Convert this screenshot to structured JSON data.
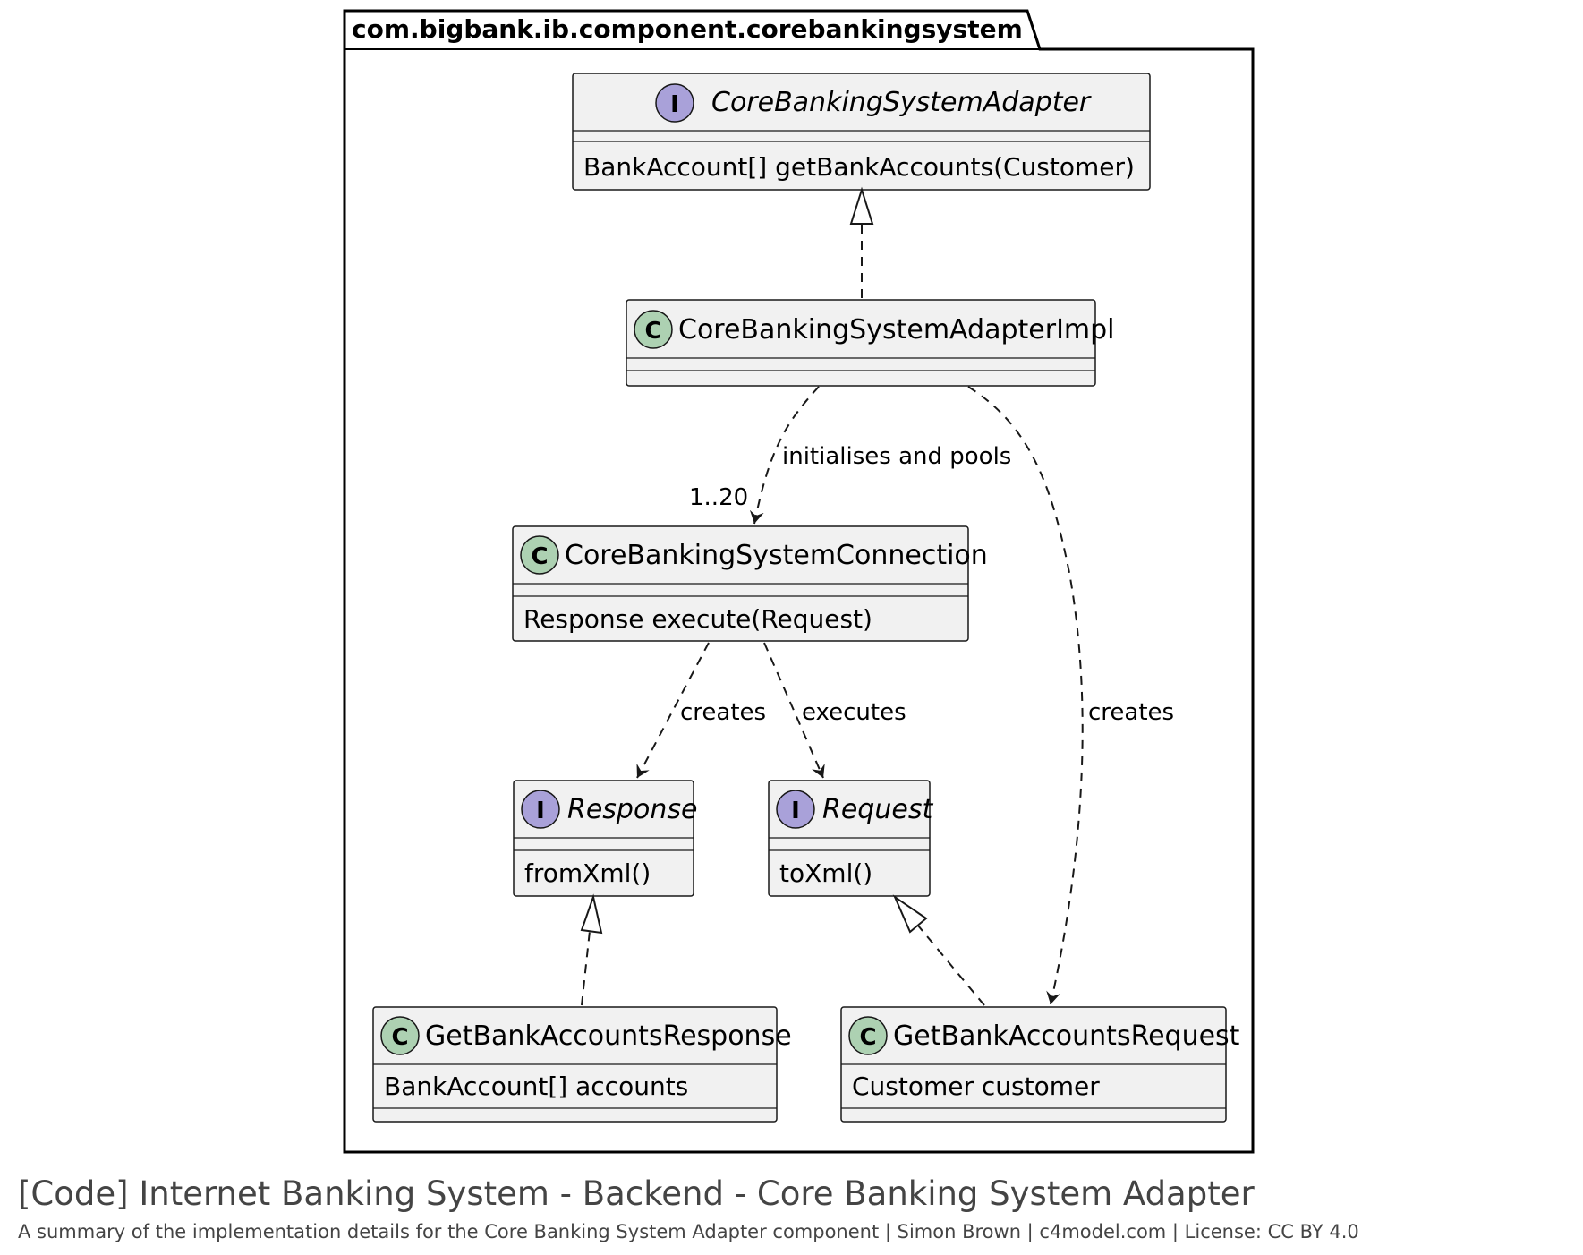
{
  "package": {
    "name": "com.bigbank.ib.component.corebankingsystem"
  },
  "classes": {
    "adapter": {
      "kind": "I",
      "name": "CoreBankingSystemAdapter",
      "members": [
        "BankAccount[] getBankAccounts(Customer)"
      ]
    },
    "adapter_impl": {
      "kind": "C",
      "name": "CoreBankingSystemAdapterImpl",
      "members": []
    },
    "connection": {
      "kind": "C",
      "name": "CoreBankingSystemConnection",
      "members": [
        "Response execute(Request)"
      ]
    },
    "response": {
      "kind": "I",
      "name": "Response",
      "members": [
        "fromXml()"
      ]
    },
    "request": {
      "kind": "I",
      "name": "Request",
      "members": [
        "toXml()"
      ]
    },
    "get_response": {
      "kind": "C",
      "name": "GetBankAccountsResponse",
      "members": [
        "BankAccount[] accounts"
      ]
    },
    "get_request": {
      "kind": "C",
      "name": "GetBankAccountsRequest",
      "members": [
        "Customer customer"
      ]
    }
  },
  "relations": {
    "impl_initialises": {
      "label": "initialises and pools",
      "multiplicity": "1..20"
    },
    "connection_creates": {
      "label": "creates"
    },
    "connection_executes": {
      "label": "executes"
    },
    "impl_creates": {
      "label": "creates"
    }
  },
  "colors": {
    "interface_icon": "#A9A1D9",
    "class_icon": "#ADD1B2",
    "box_fill": "#F1F1F1",
    "border": "#181818",
    "footer_text": "#444444"
  },
  "footer": {
    "title": "[Code] Internet Banking System - Backend - Core Banking System Adapter",
    "description": "A summary of the implementation details for the Core Banking System Adapter component | Simon Brown | c4model.com | License: CC BY 4.0"
  }
}
